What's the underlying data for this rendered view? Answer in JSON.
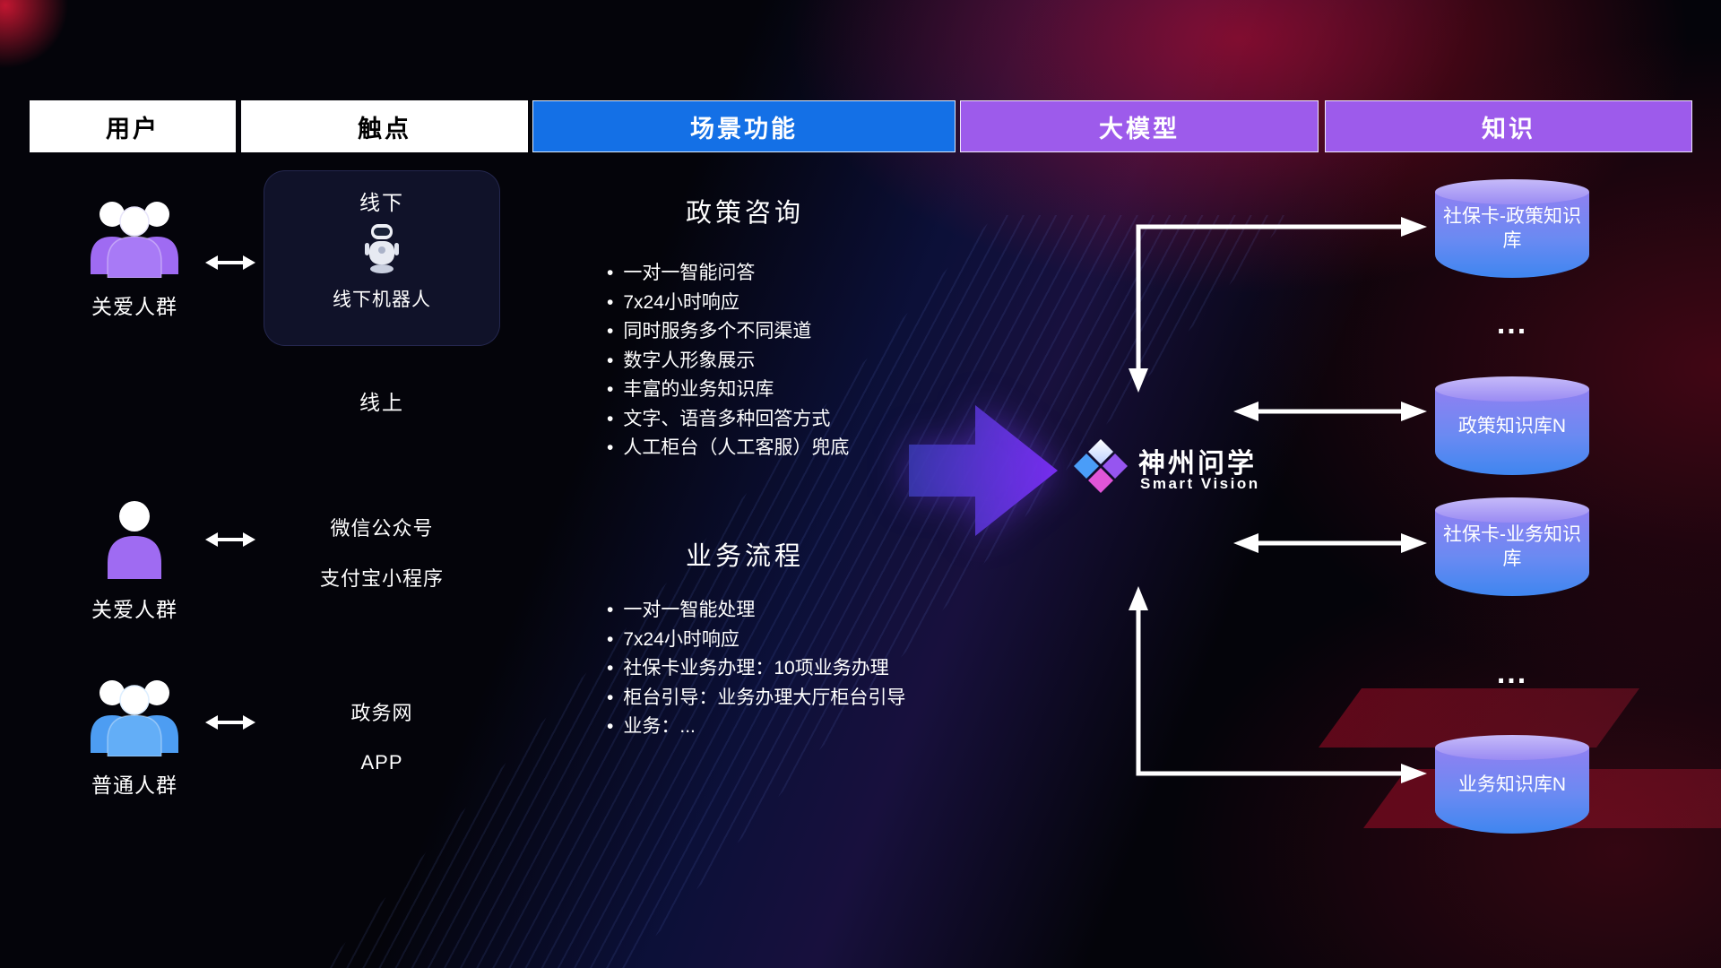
{
  "header": {
    "columns": [
      {
        "label": "用户"
      },
      {
        "label": "触点"
      },
      {
        "label": "场景功能"
      },
      {
        "label": "大模型"
      },
      {
        "label": "知识"
      }
    ]
  },
  "users": [
    {
      "label": "关爱人群"
    },
    {
      "label": "关爱人群"
    },
    {
      "label": "普通人群"
    }
  ],
  "touchpoints": {
    "offline_title": "线下",
    "offline_robot_label": "线下机器人",
    "online_title": "线上",
    "wechat": "微信公众号",
    "alipay": "支付宝小程序",
    "gov_web": "政务网",
    "app": "APP"
  },
  "scenarios": [
    {
      "title": "政策咨询",
      "bullets": [
        "一对一智能问答",
        "7x24小时响应",
        "同时服务多个不同渠道",
        "数字人形象展示",
        "丰富的业务知识库",
        "文字、语音多种回答方式",
        "人工柜台（人工客服）兜底"
      ]
    },
    {
      "title": "业务流程",
      "bullets": [
        "一对一智能处理",
        "7x24小时响应",
        "社保卡业务办理：10项业务办理",
        "柜台引导：业务办理大厅柜台引导",
        "业务：..."
      ]
    }
  ],
  "model": {
    "name": "神州问学",
    "subtitle": "Smart Vision"
  },
  "knowledge": {
    "items": [
      {
        "label": "社保卡-政策知识库"
      },
      {
        "label": "政策知识库N"
      },
      {
        "label": "社保卡-业务知识库"
      },
      {
        "label": "业务知识库N"
      }
    ],
    "ellipsis": "..."
  },
  "colors": {
    "header_blue": "#1470e6",
    "header_purple": "#9d5beb",
    "user_purple": "#9f6bf2",
    "user_blue": "#4d9df2",
    "cylinder_top": "#c6baf9",
    "cylinder_bottom": "#3f86f0"
  }
}
